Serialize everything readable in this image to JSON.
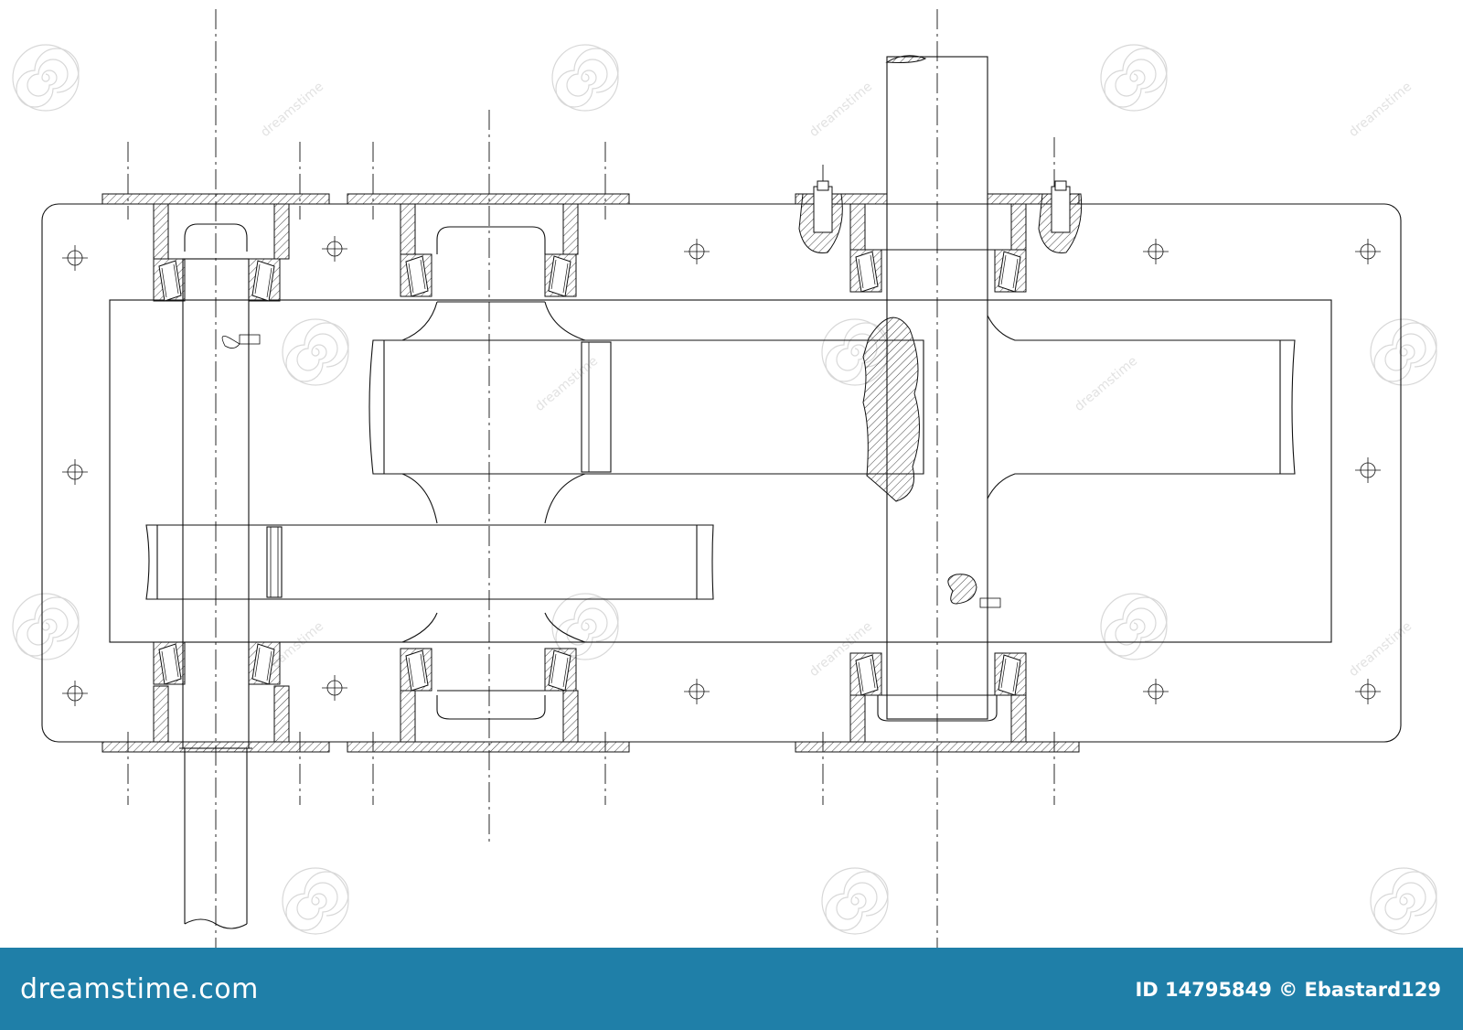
{
  "footer": {
    "logo_text": "dreamstime.com",
    "credit_text": "ID 14795849 © Ebastard129",
    "background_color": "#1f7fa8"
  },
  "watermark": {
    "text": "dreamstime",
    "icon": "spiral-watermark-icon"
  }
}
